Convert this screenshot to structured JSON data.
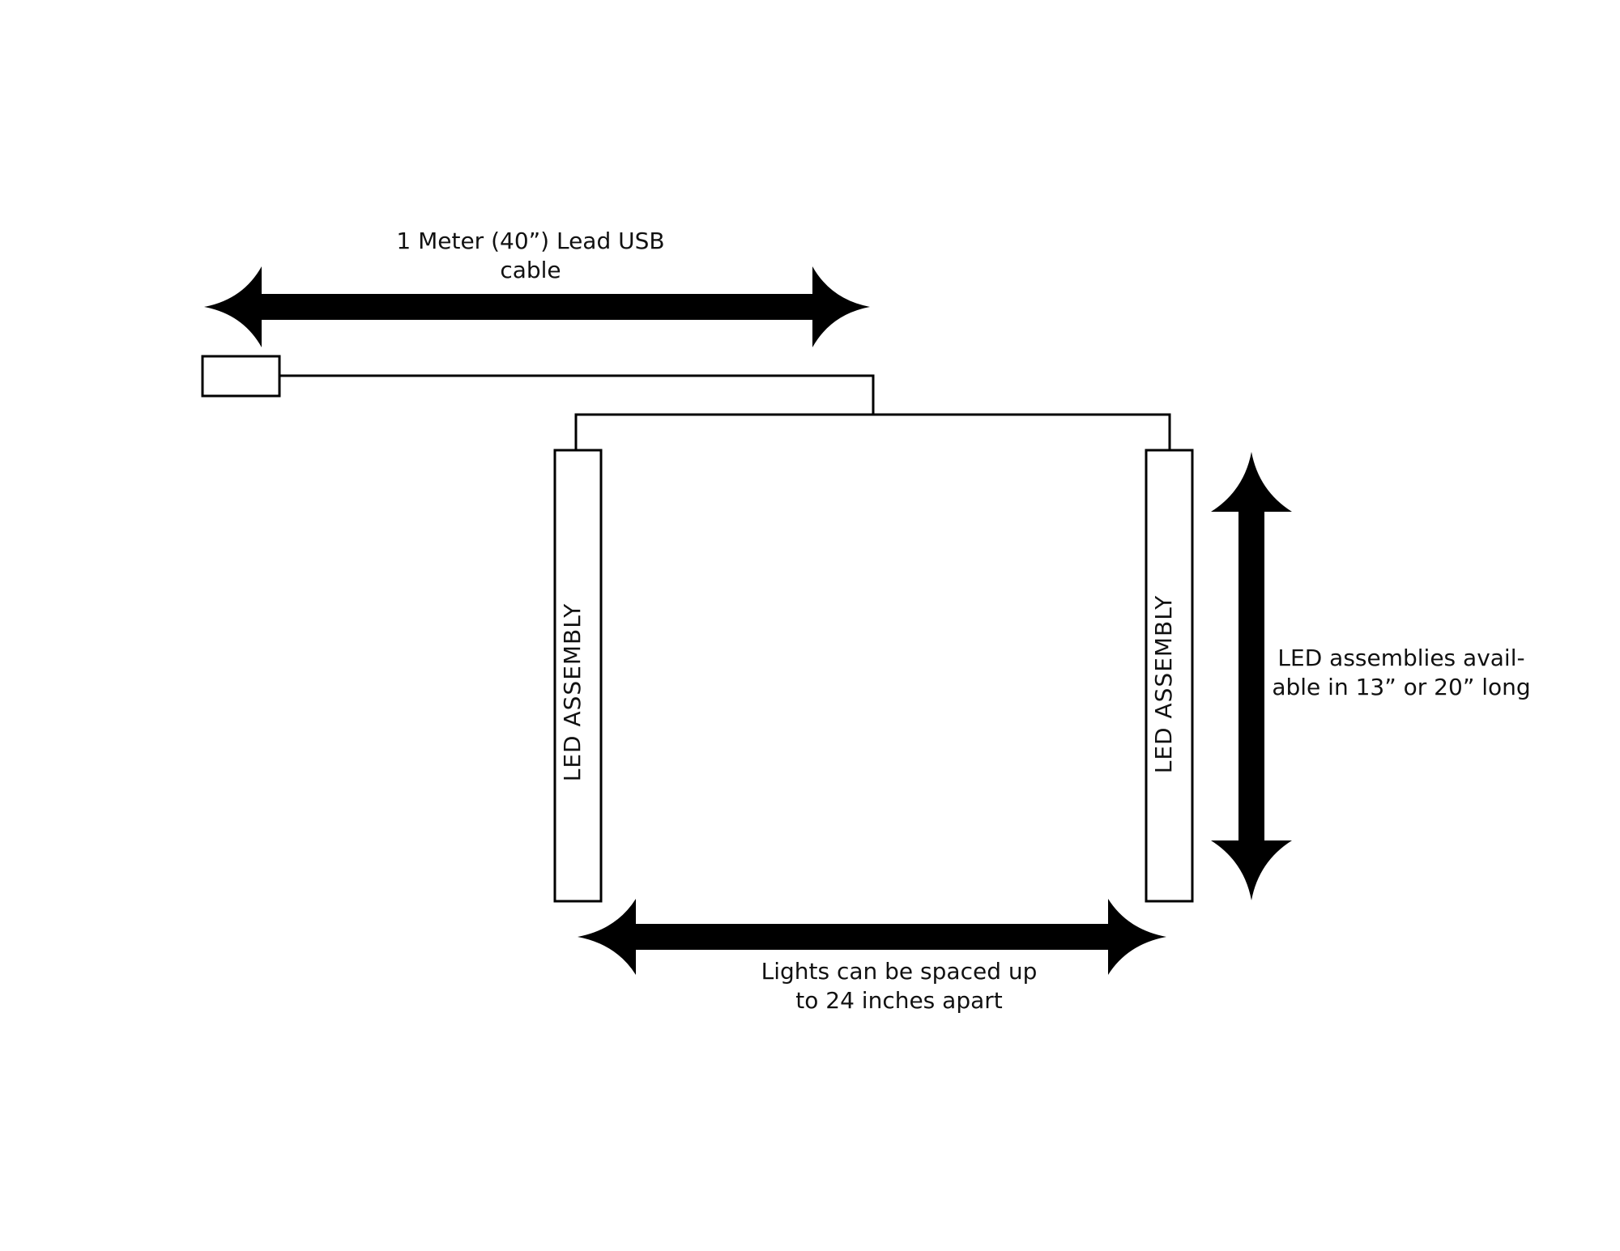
{
  "labels": {
    "usb_cable_line1": "1 Meter (40”) Lead USB",
    "usb_cable_line2": "cable",
    "led_assembly_left": "LED  ASSEMBLY",
    "led_assembly_right": "LED  ASSEMBLY",
    "length_line1": "LED assemblies avail-",
    "length_line2": "able in 13” or 20” long",
    "spacing_line1": "Lights can be spaced up",
    "spacing_line2": "to 24 inches apart"
  },
  "colors": {
    "stroke": "#000000",
    "background": "#ffffff"
  }
}
